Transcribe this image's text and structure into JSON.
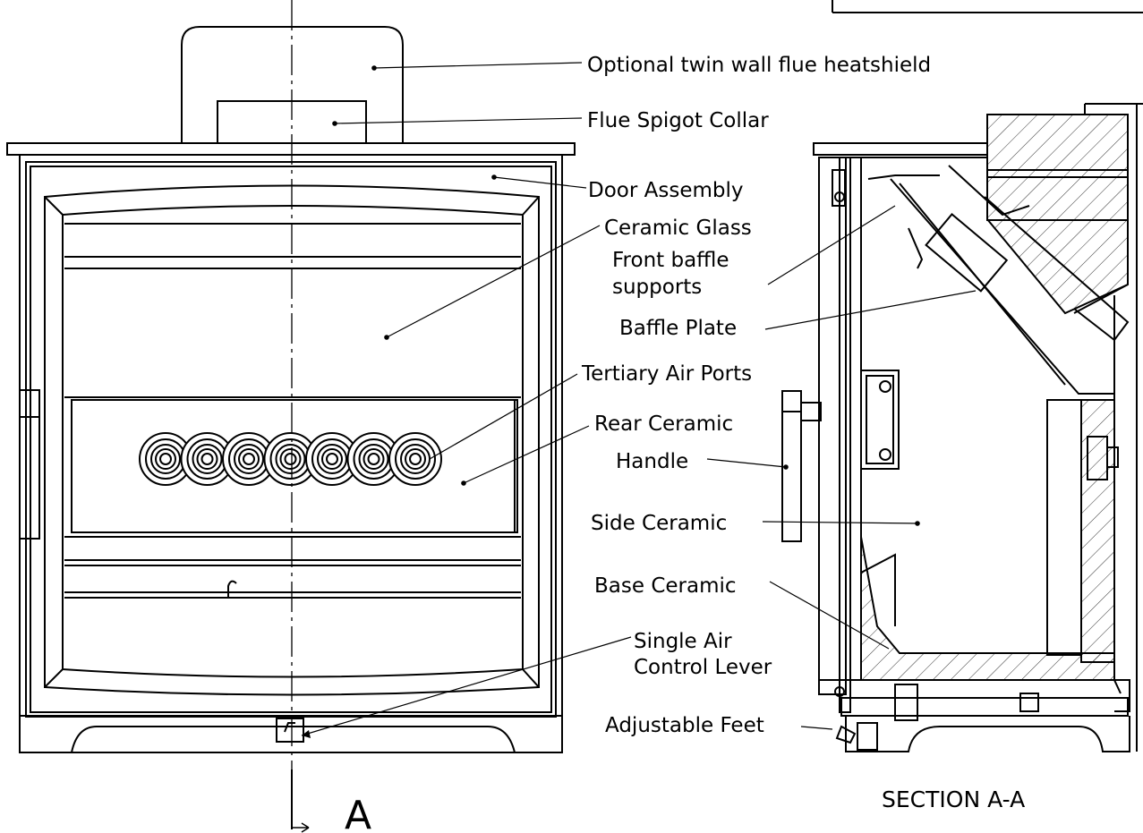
{
  "labels": {
    "heatshield": "Optional twin wall flue heatshield",
    "flue_collar": "Flue Spigot Collar",
    "door_assembly": "Door Assembly",
    "ceramic_glass": "Ceramic Glass",
    "front_baffle_1": "Front baffle",
    "front_baffle_2": "supports",
    "baffle_plate": "Baffle Plate",
    "tertiary_air": "Tertiary Air Ports",
    "rear_ceramic": "Rear Ceramic",
    "handle": "Handle",
    "side_ceramic": "Side Ceramic",
    "base_ceramic": "Base Ceramic",
    "air_control_1": "Single Air",
    "air_control_2": "Control Lever",
    "adjustable_feet": "Adjustable Feet"
  },
  "section_marker": "A",
  "section_title": "SECTION A-A",
  "colors": {
    "line": "#000000",
    "background": "#ffffff"
  }
}
